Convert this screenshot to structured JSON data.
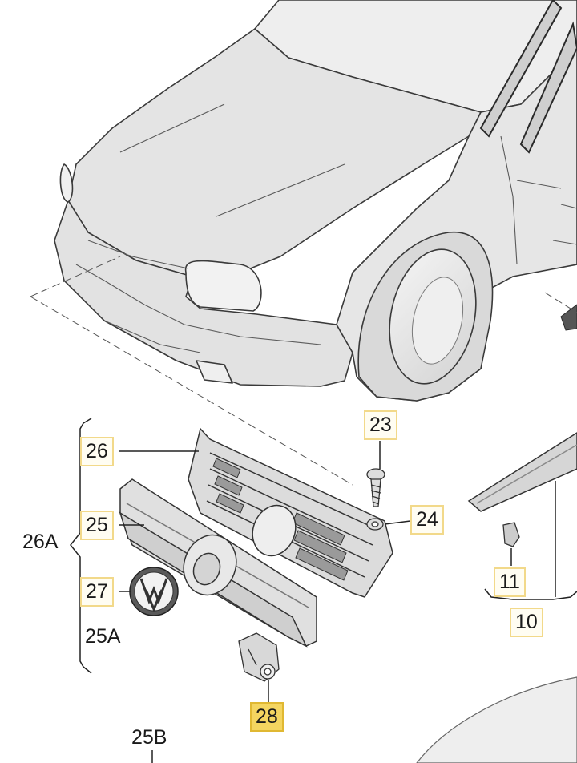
{
  "callouts": {
    "c23": "23",
    "c24": "24",
    "c26": "26",
    "c25": "25",
    "c26A": "26A",
    "c27": "27",
    "c25A": "25A",
    "c28": "28",
    "c11": "11",
    "c10": "10",
    "c25B": "25B"
  },
  "colors": {
    "highlight": "#f4d560",
    "callout_border": "#f2d98a",
    "body_fill": "#e9e9e9",
    "line": "#333333"
  }
}
